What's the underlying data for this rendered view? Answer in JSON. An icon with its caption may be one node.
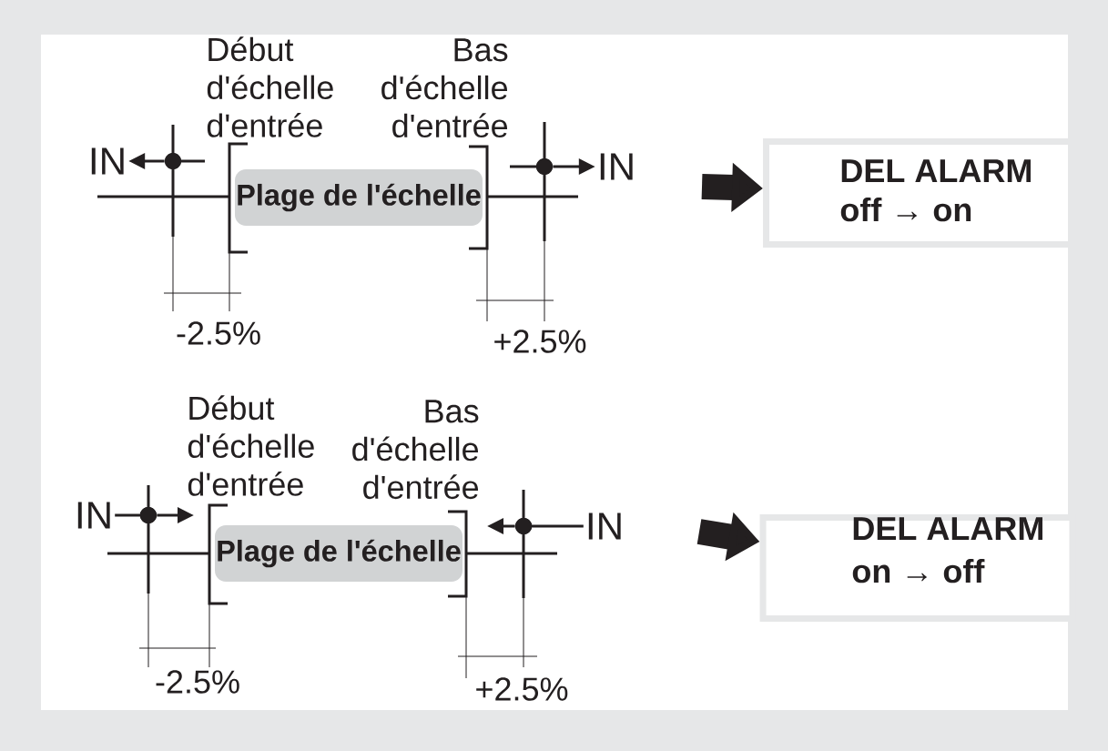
{
  "diagram": {
    "nodes": [
      {
        "text": [
          "IN"
        ]
      },
      {
        "text": [],
        "shape": "circle"
      },
      {
        "text": [
          "Plage de l'échelle"
        ]
      },
      {
        "text": [],
        "shape": "circle"
      },
      {
        "text": [
          "IN"
        ]
      },
      {
        "text": [
          "DEL ALARM",
          "off → on"
        ]
      },
      {
        "text": [
          "IN"
        ]
      },
      {
        "text": [],
        "shape": "circle"
      },
      {
        "text": [
          "Plage de l'échelle"
        ]
      },
      {
        "text": [],
        "shape": "circle"
      },
      {
        "text": [
          "IN"
        ]
      },
      {
        "text": [
          "DEL ALARM",
          "on → off"
        ]
      }
    ],
    "edges": [
      {
        "from": 1,
        "to": 0,
        "arrow": "to"
      },
      {
        "from": 3,
        "to": 4,
        "arrow": "to"
      },
      {
        "from": null,
        "to": 5,
        "arrow": "to",
        "style": "thick"
      },
      {
        "from": 6,
        "to": 7,
        "arrow": "other"
      },
      {
        "from": 7,
        "to": null,
        "arrow": "to"
      },
      {
        "from": 10,
        "to": 9,
        "arrow": "other"
      },
      {
        "from": 9,
        "to": null,
        "arrow": "to"
      },
      {
        "from": null,
        "to": 11,
        "arrow": "to",
        "style": "thick"
      }
    ],
    "labels": [
      "Début d'échelle d'entrée",
      "Bas d'échelle d'entrée",
      "-2.5%",
      "+2.5%",
      "Début d'échelle d'entrée",
      "Bas d'échelle d'entrée",
      "-2.5%",
      "+2.5%"
    ]
  }
}
